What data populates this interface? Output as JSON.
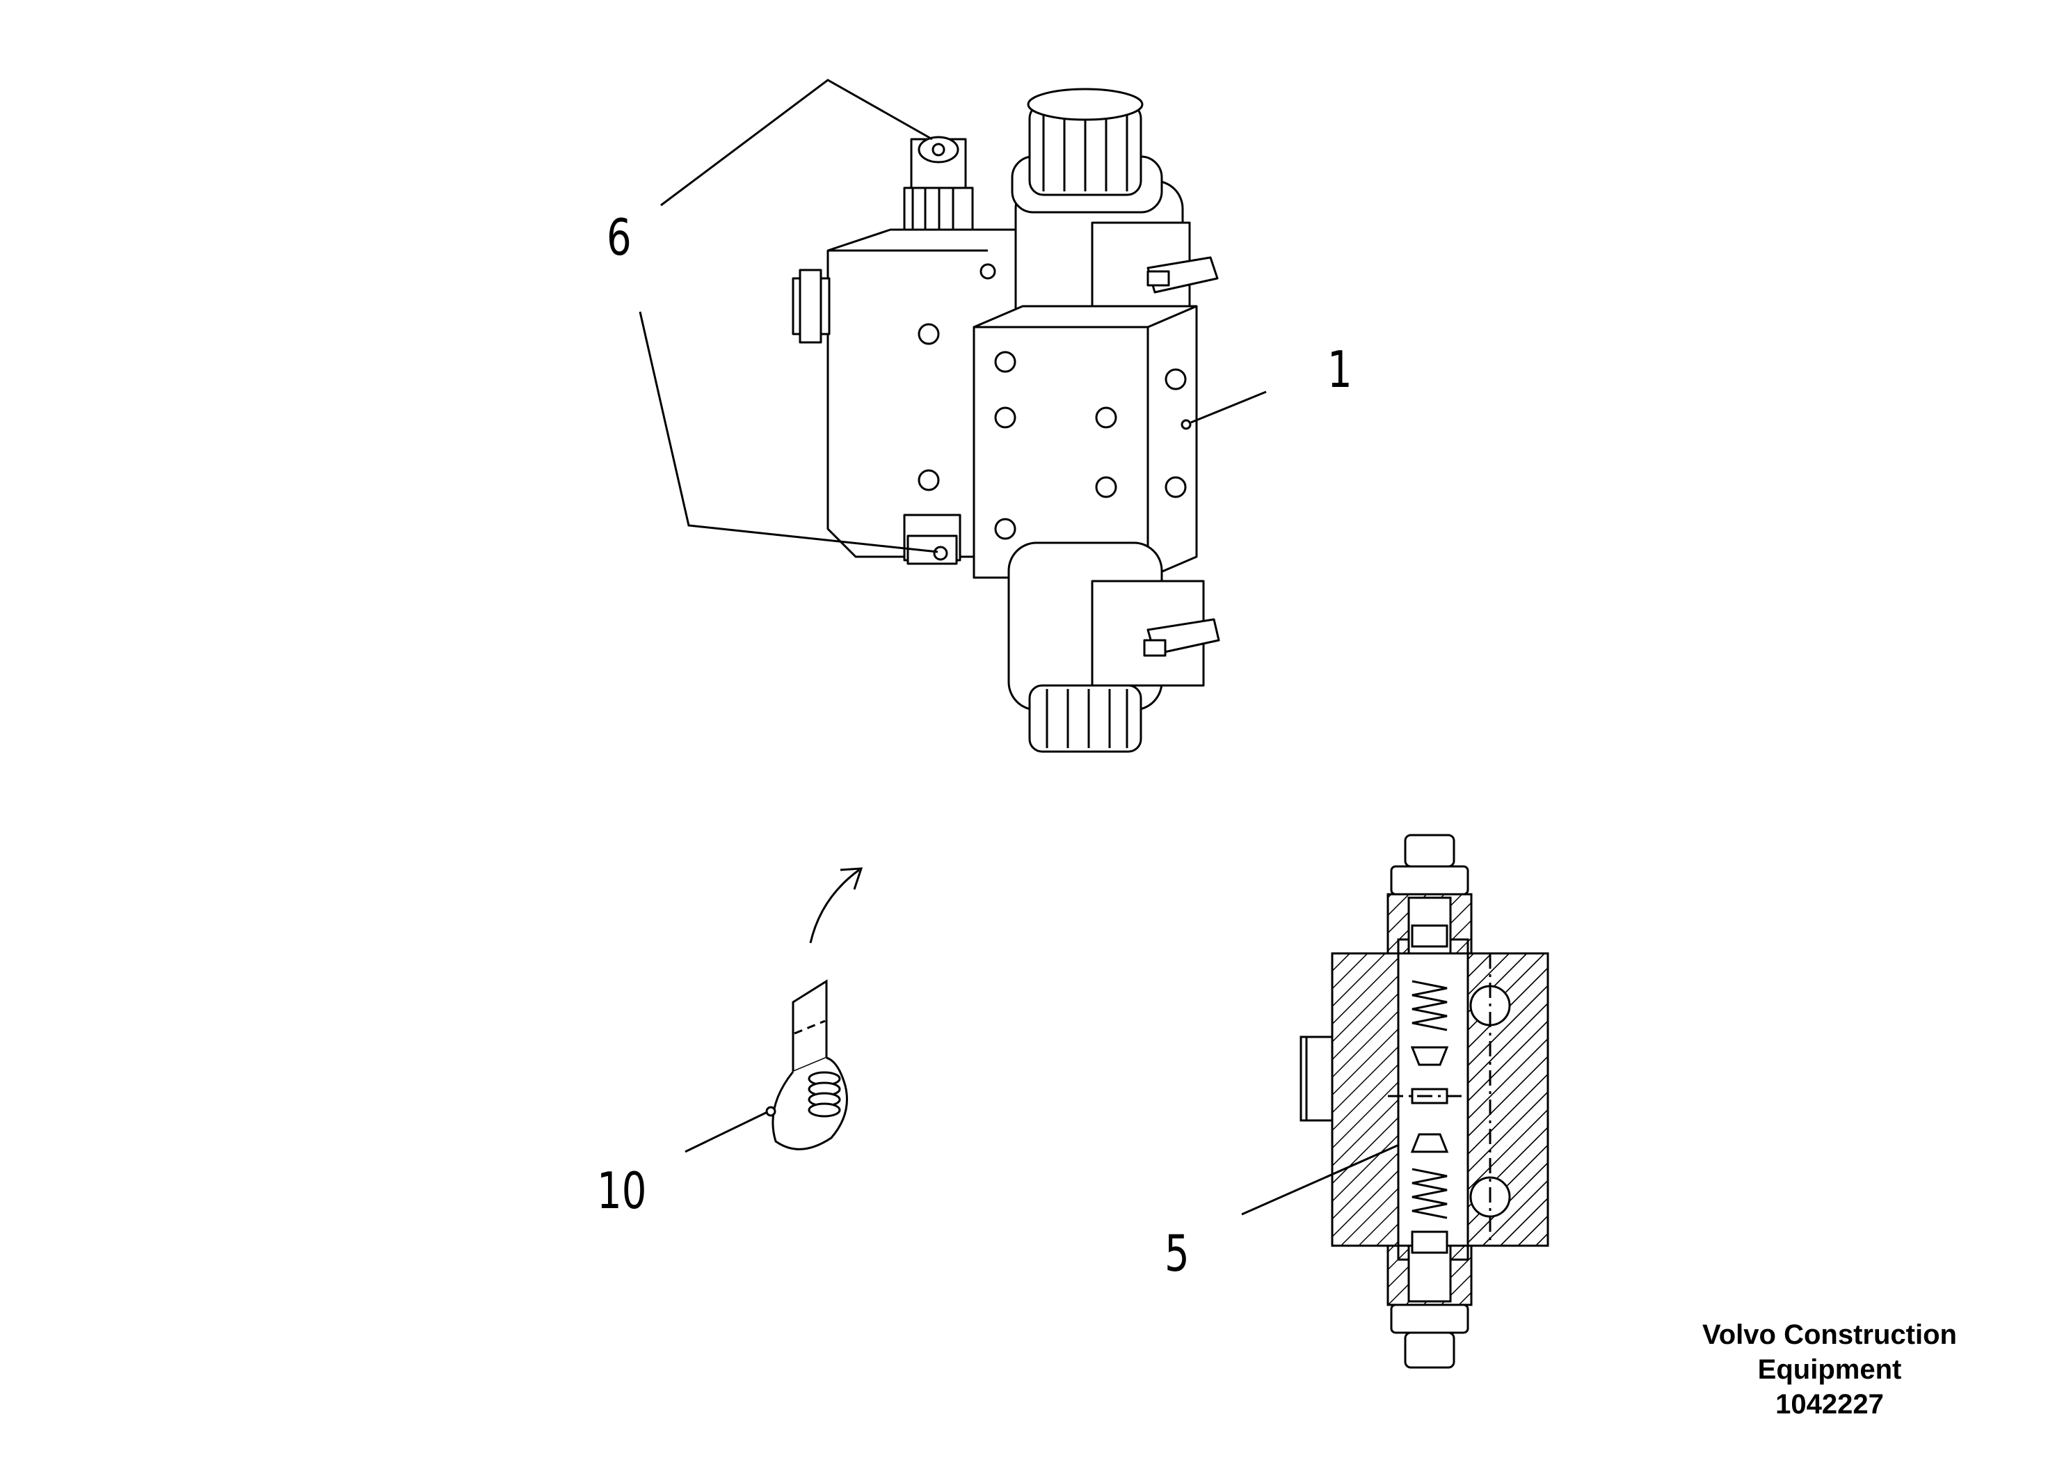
{
  "callouts": {
    "c1": "1",
    "c5": "5",
    "c6": "6",
    "c10": "10"
  },
  "footer": {
    "company_line1": "Volvo Construction",
    "company_line2": "Equipment",
    "drawing_number": "1042227"
  }
}
